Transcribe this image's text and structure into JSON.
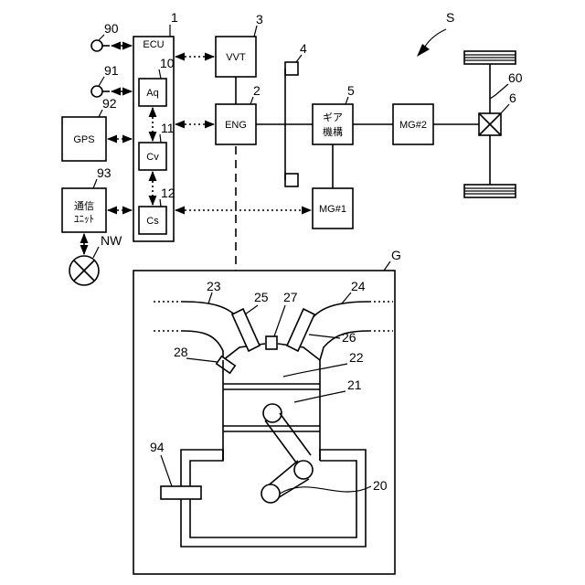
{
  "figure": {
    "system_ref": "S",
    "blocks": {
      "ecu": {
        "label": "ECU",
        "ref": "1"
      },
      "aq": {
        "label": "Aq",
        "ref": "10"
      },
      "cv": {
        "label": "Cv",
        "ref": "11"
      },
      "cs": {
        "label": "Cs",
        "ref": "12"
      },
      "vvt": {
        "label": "VVT",
        "ref": "3"
      },
      "eng": {
        "label": "ENG",
        "ref": "2"
      },
      "gear": {
        "label_line1": "ギア",
        "label_line2": "機構",
        "ref": "5"
      },
      "mg2": {
        "label": "MG#2",
        "ref": ""
      },
      "mg1": {
        "label": "MG#1",
        "ref": ""
      },
      "gps": {
        "label": "GPS",
        "ref": "92"
      },
      "comm": {
        "label_line1": "通信",
        "label_line2": "ﾕﾆｯﾄ",
        "ref": "93"
      }
    },
    "sensors": [
      {
        "ref": "90"
      },
      {
        "ref": "91"
      }
    ],
    "network": {
      "label": "NW"
    },
    "flywheel_ref": "4",
    "differential_ref": "6",
    "axle_ref": "60",
    "engine_detail": {
      "ref": "G",
      "crankcase_ref": "20",
      "piston_ref": "21",
      "chamber_ref": "22",
      "intake_ref": "23",
      "exhaust_ref": "24",
      "intake_valve_ref": "25",
      "exhaust_valve_ref": "26",
      "spark_plug_ref": "27",
      "injector_ref": "28",
      "oil_sensor_ref": "94"
    }
  }
}
